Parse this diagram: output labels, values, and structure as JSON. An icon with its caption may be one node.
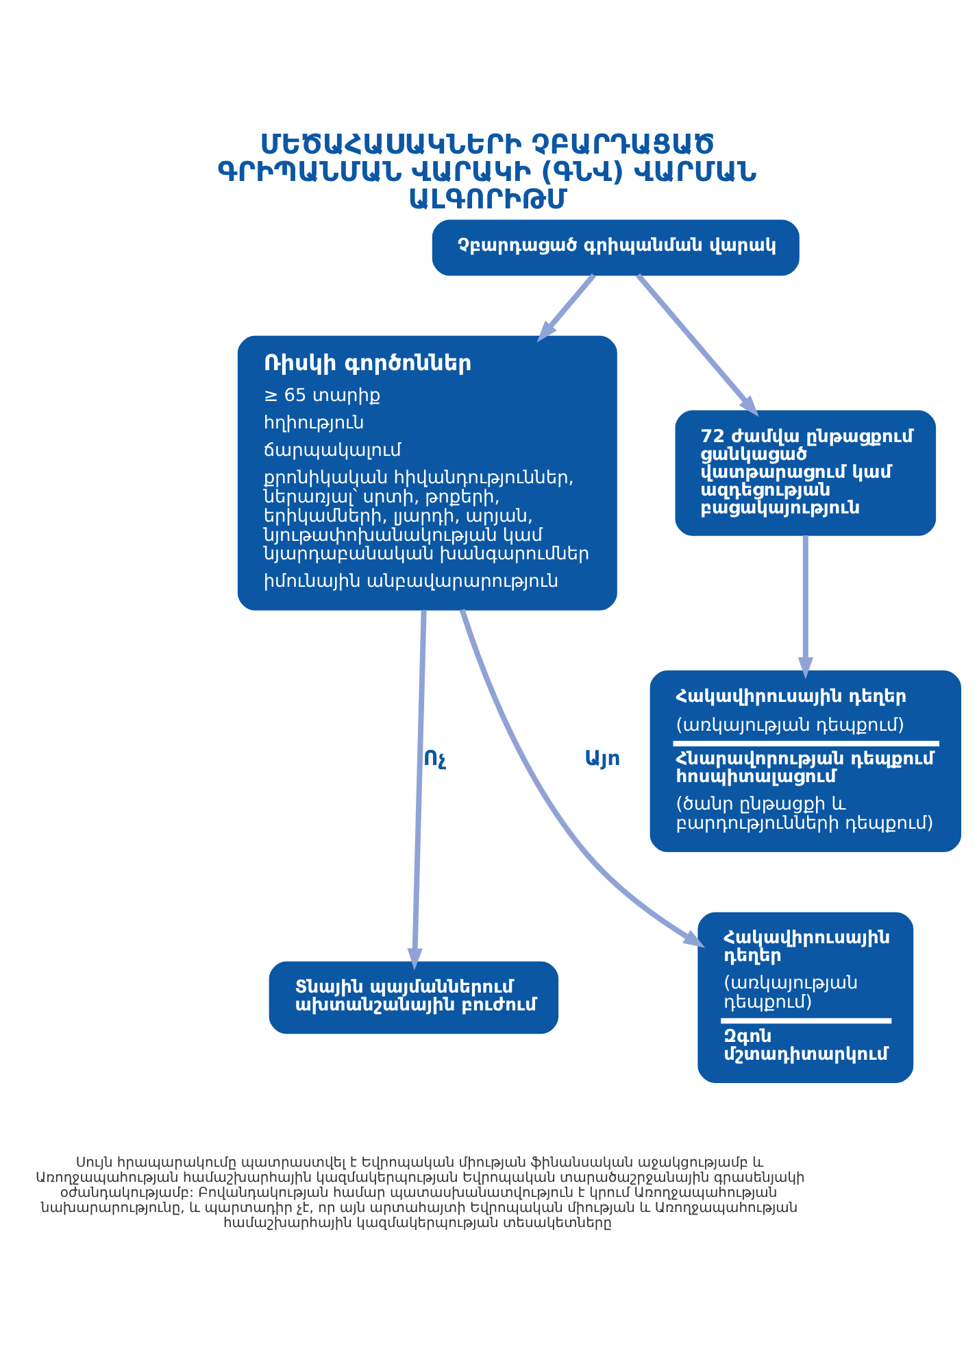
{
  "diagram": {
    "title": "ՄԵԾԱՀԱՍԱԿՆԵՐԻ ՉԲԱՐԴԱՑԱԾ ԳՐԻՊԱՆՄԱՆ ՎԱՐԱԿԻ (ԳՆՎ) ՎԱՐՄԱՆ ԱԼԳՈՐԻԹՄ",
    "caption": "Սույն հրապարակումը պատրաստվել է Եվրոպական միության ֆինանսական աջակցությամբ և Առողջապահության համաշխարհային կազմակերպության Եվրոպական տարածաշրջանային գրասենյակի օժանդակությամբ: Բովանդակության համար պատասխանատվություն է կրում Առողջապահության նախարարությունը, և պարտադիր չէ, որ այն արտահայտի Եվրոպական միության և Առողջապահության համաշխարհային կազմակերպության տեսակետները",
    "nodes": [
      {
        "text": [
          "Չբարդացած գրիպանման վարակ"
        ]
      },
      {
        "text": [
          "Ռիսկի գործոններ",
          "≥ 65 տարիք",
          "հղիություն",
          "ճարպակալում",
          "քրոնիկական հիվանդություններ, ներառյալ՝ սրտի, թոքերի, երիկամների, լյարդի, արյան, նյութափոխանակության կամ նյարդաբանական խանգարումներ",
          "իմունային անբավարարություն"
        ]
      },
      {
        "text": [
          "72 ժամվա ընթացքում ցանկացած վատթարացում կամ ազդեցության բացակայություն"
        ]
      },
      {
        "text": [
          "Հակավիրուսային դեղեր",
          "(առկայության դեպքում)",
          "Հնարավորության դեպքում հոսպիտալացում",
          "(ծանր ընթացքի և բարդությունների դեպքում)"
        ]
      },
      {
        "text": [
          "Տնային պայմաններում ախտանշանային բուժում"
        ]
      },
      {
        "text": [
          "Հակավիրուսային դեղեր",
          "(առկայության դեպքում)",
          "Զգոն մշտադիտարկում"
        ]
      }
    ],
    "edges": [
      {
        "from": 0,
        "to": 1,
        "arrow": "to"
      },
      {
        "from": 0,
        "to": 2,
        "arrow": "to"
      },
      {
        "from": 2,
        "to": 3,
        "arrow": "to"
      },
      {
        "from": 1,
        "to": 4,
        "arrow": "to",
        "label": "Ոչ"
      },
      {
        "from": 1,
        "to": 5,
        "arrow": "to",
        "label": "Այո"
      }
    ]
  }
}
